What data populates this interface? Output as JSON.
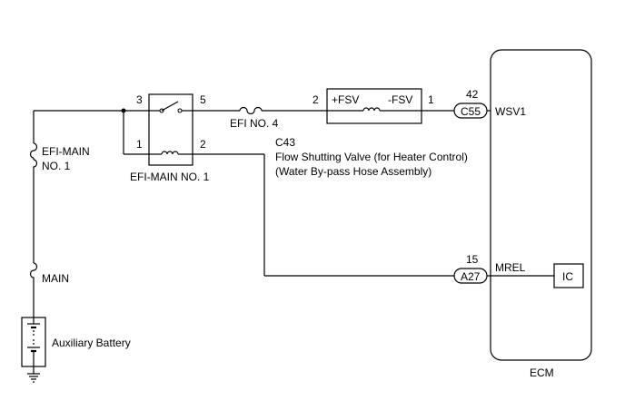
{
  "components": {
    "efi_main_fuse_label_line1": "EFI-MAIN",
    "efi_main_fuse_label_line2": "NO. 1",
    "main_fuse_label": "MAIN",
    "battery_label": "Auxiliary Battery",
    "relay_label": "EFI-MAIN NO. 1",
    "efi_no4_label": "EFI NO. 4",
    "valve_plus_label": "+FSV",
    "valve_minus_label": "-FSV",
    "valve_connector": "C43",
    "valve_name_line1": "Flow Shutting Valve (for Heater Control)",
    "valve_name_line2": "(Water By-pass Hose Assembly)",
    "ecm_label": "ECM",
    "ic_label": "IC"
  },
  "pins": {
    "relay_3": "3",
    "relay_5": "5",
    "relay_1": "1",
    "relay_2": "2",
    "valve_2": "2",
    "valve_1": "1",
    "ecm_42": "42",
    "ecm_15": "15"
  },
  "connectors": {
    "c55": "C55",
    "a27": "A27"
  },
  "signals": {
    "wsv1": "WSV1",
    "mrel": "MREL"
  }
}
